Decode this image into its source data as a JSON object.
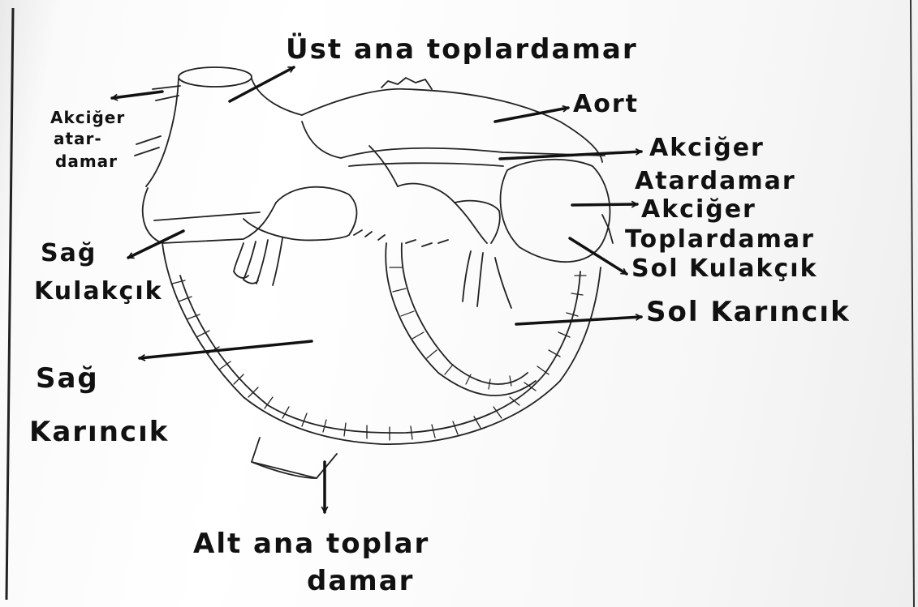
{
  "labels": {
    "ust_ana_toplardamar": "Üst ana toplardamar",
    "aort": "Aort",
    "akciger_atardamar_right_1": "Akciğer",
    "akciger_atardamar_right_2": "Atardamar",
    "akciger_toplardamar_1": "Akciğer",
    "akciger_toplardamar_2": "Toplardamar",
    "sol_kulakcik": "Sol Kulakçık",
    "sol_karincik": "Sol Karıncık",
    "akciger_atardamar_left_1": "Akciğer",
    "akciger_atardamar_left_2": "atar-",
    "akciger_atardamar_left_3": "damar",
    "sag_kulakcik_1": "Sağ",
    "sag_kulakcik_2": "Kulakçık",
    "sag_karincik_1": "Sağ",
    "sag_karincik_2": "Karıncık",
    "alt_ana_toplardamar_1": "Alt ana toplar",
    "alt_ana_toplardamar_2": "damar"
  },
  "colors": {
    "ink": "#111111",
    "paper": "#ffffff"
  }
}
